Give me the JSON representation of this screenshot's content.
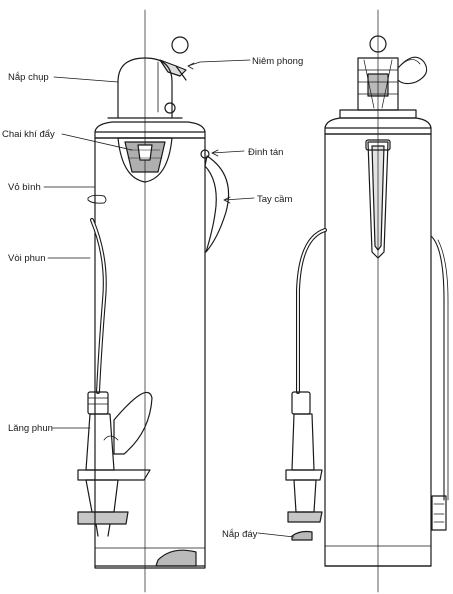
{
  "labels": {
    "nap_chup": "Nắp chụp",
    "niem_phong": "Niêm phong",
    "chai_khi_day": "Chai khí đẩy",
    "dinh_tan": "Đinh tán",
    "vo_binh": "Vỏ bình",
    "tay_cam": "Tay cầm",
    "voi_phun": "Vòi phun",
    "lang_phun": "Lăng phun",
    "nap_day": "Nắp đáy"
  },
  "colors": {
    "ink": "#1a1a1a",
    "paper": "#ffffff",
    "shade": "#555555"
  }
}
